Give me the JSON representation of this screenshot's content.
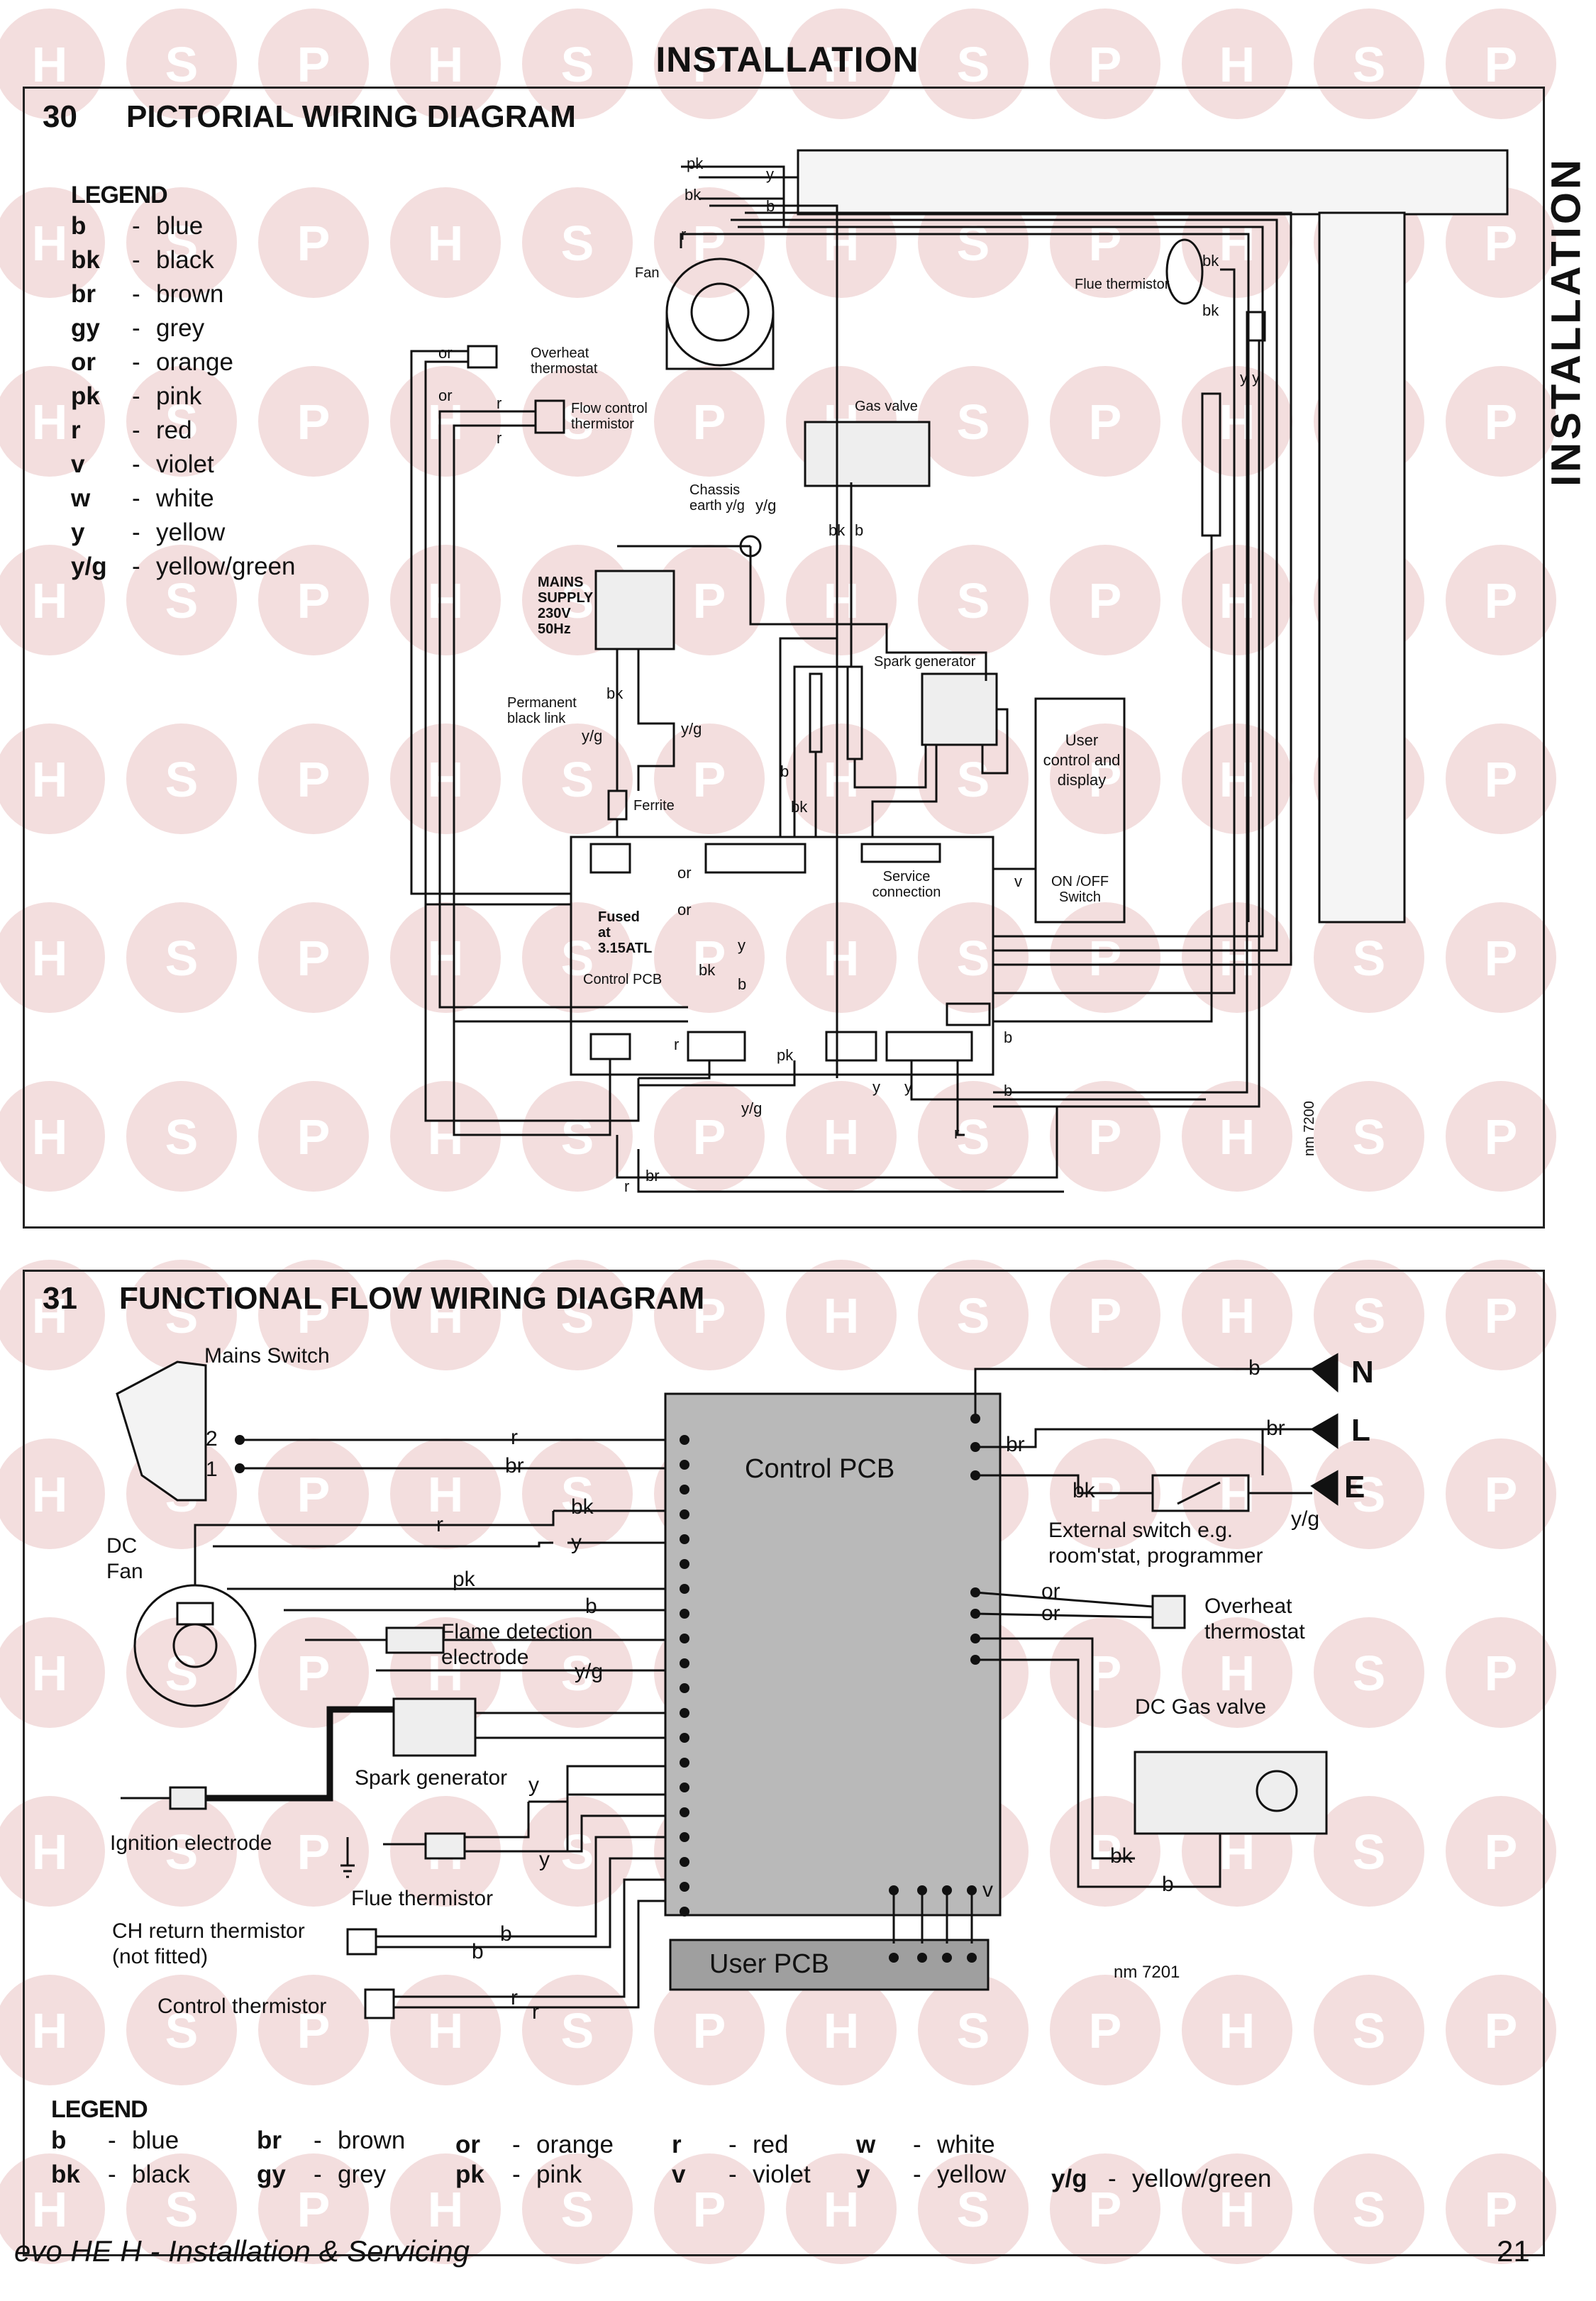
{
  "page_title": "INSTALLATION",
  "side_tab": "INSTALLATION",
  "watermark_letters": [
    "H",
    "S",
    "P"
  ],
  "section30": {
    "number": "30",
    "title": "PICTORIAL WIRING DIAGRAM",
    "legend_heading": "LEGEND",
    "legend": [
      {
        "abbr": "b",
        "name": "blue"
      },
      {
        "abbr": "bk",
        "name": "black"
      },
      {
        "abbr": "br",
        "name": "brown"
      },
      {
        "abbr": "gy",
        "name": "grey"
      },
      {
        "abbr": "or",
        "name": "orange"
      },
      {
        "abbr": "pk",
        "name": "pink"
      },
      {
        "abbr": "r",
        "name": "red"
      },
      {
        "abbr": "v",
        "name": "violet"
      },
      {
        "abbr": "w",
        "name": "white"
      },
      {
        "abbr": "y",
        "name": "yellow"
      },
      {
        "abbr": "y/g",
        "name": "yellow/green"
      }
    ],
    "labels": {
      "fan": "Fan",
      "overheat": "Overheat thermostat",
      "flow_ctrl": "Flow control thermistor",
      "flue_therm": "Flue thermistor",
      "gas_valve": "Gas valve",
      "chassis": "Chassis earth y/g",
      "mains": "MAINS SUPPLY 230V 50Hz",
      "perm_link": "Permanent black link",
      "ferrite": "Ferrite",
      "spark": "Spark generator",
      "user_ctrl": "User control and display",
      "onoff": "ON /OFF Switch",
      "service": "Service connection",
      "fused": "Fused at 3.15ATL",
      "control_pcb": "Control PCB",
      "ref": "nm 7200"
    },
    "wire_labels": [
      "pk",
      "y",
      "bk",
      "b",
      "r",
      "or",
      "or",
      "r",
      "r",
      "bk",
      "bk",
      "y y",
      "y/g",
      "bk",
      "b",
      "bk",
      "y/g",
      "y/g",
      "b",
      "bk",
      "or",
      "or",
      "y",
      "v",
      "bk",
      "b",
      "r",
      "pk",
      "y",
      "b",
      "b",
      "y",
      "y/g",
      "r",
      "br",
      "r"
    ]
  },
  "section31": {
    "number": "31",
    "title": "FUNCTIONAL FLOW WIRING DIAGRAM",
    "labels": {
      "mains_switch": "Mains Switch",
      "sw2": "2",
      "sw1": "1",
      "dc_fan": "DC Fan",
      "flame": "Flame detection electrode",
      "spark": "Spark generator",
      "ignition": "Ignition electrode",
      "flue_therm": "Flue thermistor",
      "ch_return": "CH return thermistor (not fitted)",
      "control_therm": "Control thermistor",
      "control_pcb": "Control PCB",
      "user_pcb": "User PCB",
      "external": "External switch e.g. room'stat, programmer",
      "overheat": "Overheat thermostat",
      "gas_valve": "DC Gas valve",
      "N": "N",
      "L": "L",
      "E": "E",
      "yg": "y/g",
      "ref": "nm 7201"
    },
    "left_wires": [
      "r",
      "br",
      "bk",
      "r",
      "y",
      "pk",
      "b",
      "y/g",
      "y",
      "y",
      "b",
      "b",
      "r",
      "r"
    ],
    "right_wires": [
      "b",
      "br",
      "br",
      "bk",
      "or",
      "or",
      "bk",
      "b",
      "v"
    ],
    "legend_heading": "LEGEND",
    "legend": [
      {
        "abbr": "b",
        "name": "blue"
      },
      {
        "abbr": "bk",
        "name": "black"
      },
      {
        "abbr": "br",
        "name": "brown"
      },
      {
        "abbr": "gy",
        "name": "grey"
      },
      {
        "abbr": "or",
        "name": "orange"
      },
      {
        "abbr": "pk",
        "name": "pink"
      },
      {
        "abbr": "r",
        "name": "red"
      },
      {
        "abbr": "v",
        "name": "violet"
      },
      {
        "abbr": "w",
        "name": "white"
      },
      {
        "abbr": "y",
        "name": "yellow"
      },
      {
        "abbr": "y/g",
        "name": "yellow/green"
      }
    ]
  },
  "footer": {
    "title": "evo HE H - Installation & Servicing",
    "page": "21"
  }
}
